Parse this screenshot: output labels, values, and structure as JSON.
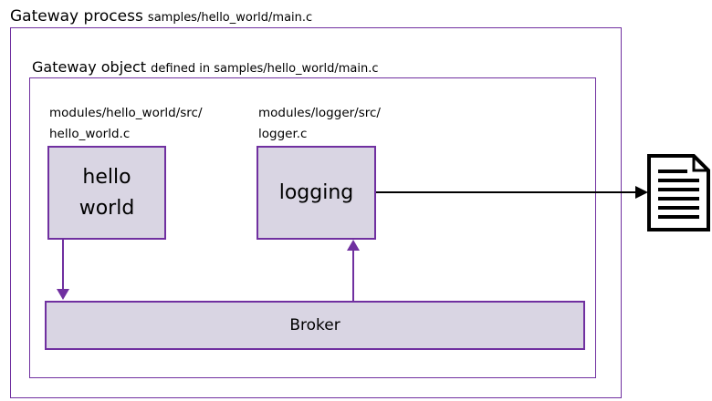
{
  "gateway_process": {
    "label": "Gateway process",
    "path": "samples/hello_world/main.c"
  },
  "gateway_object": {
    "label": "Gateway object",
    "defined_in": "defined in samples/hello_world/main.c"
  },
  "modules": {
    "hello_world": {
      "path_line1": "modules/hello_world/src/",
      "path_line2": "hello_world.c",
      "label_line1": "hello",
      "label_line2": "world"
    },
    "logger": {
      "path_line1": "modules/logger/src/",
      "path_line2": "logger.c",
      "label": "logging"
    }
  },
  "broker": {
    "label": "Broker"
  },
  "output": {
    "icon": "document-icon"
  },
  "colors": {
    "border": "#7030a0",
    "box_fill": "#d9d5e3",
    "arrow": "#7030a0",
    "output_arrow": "#000000"
  }
}
